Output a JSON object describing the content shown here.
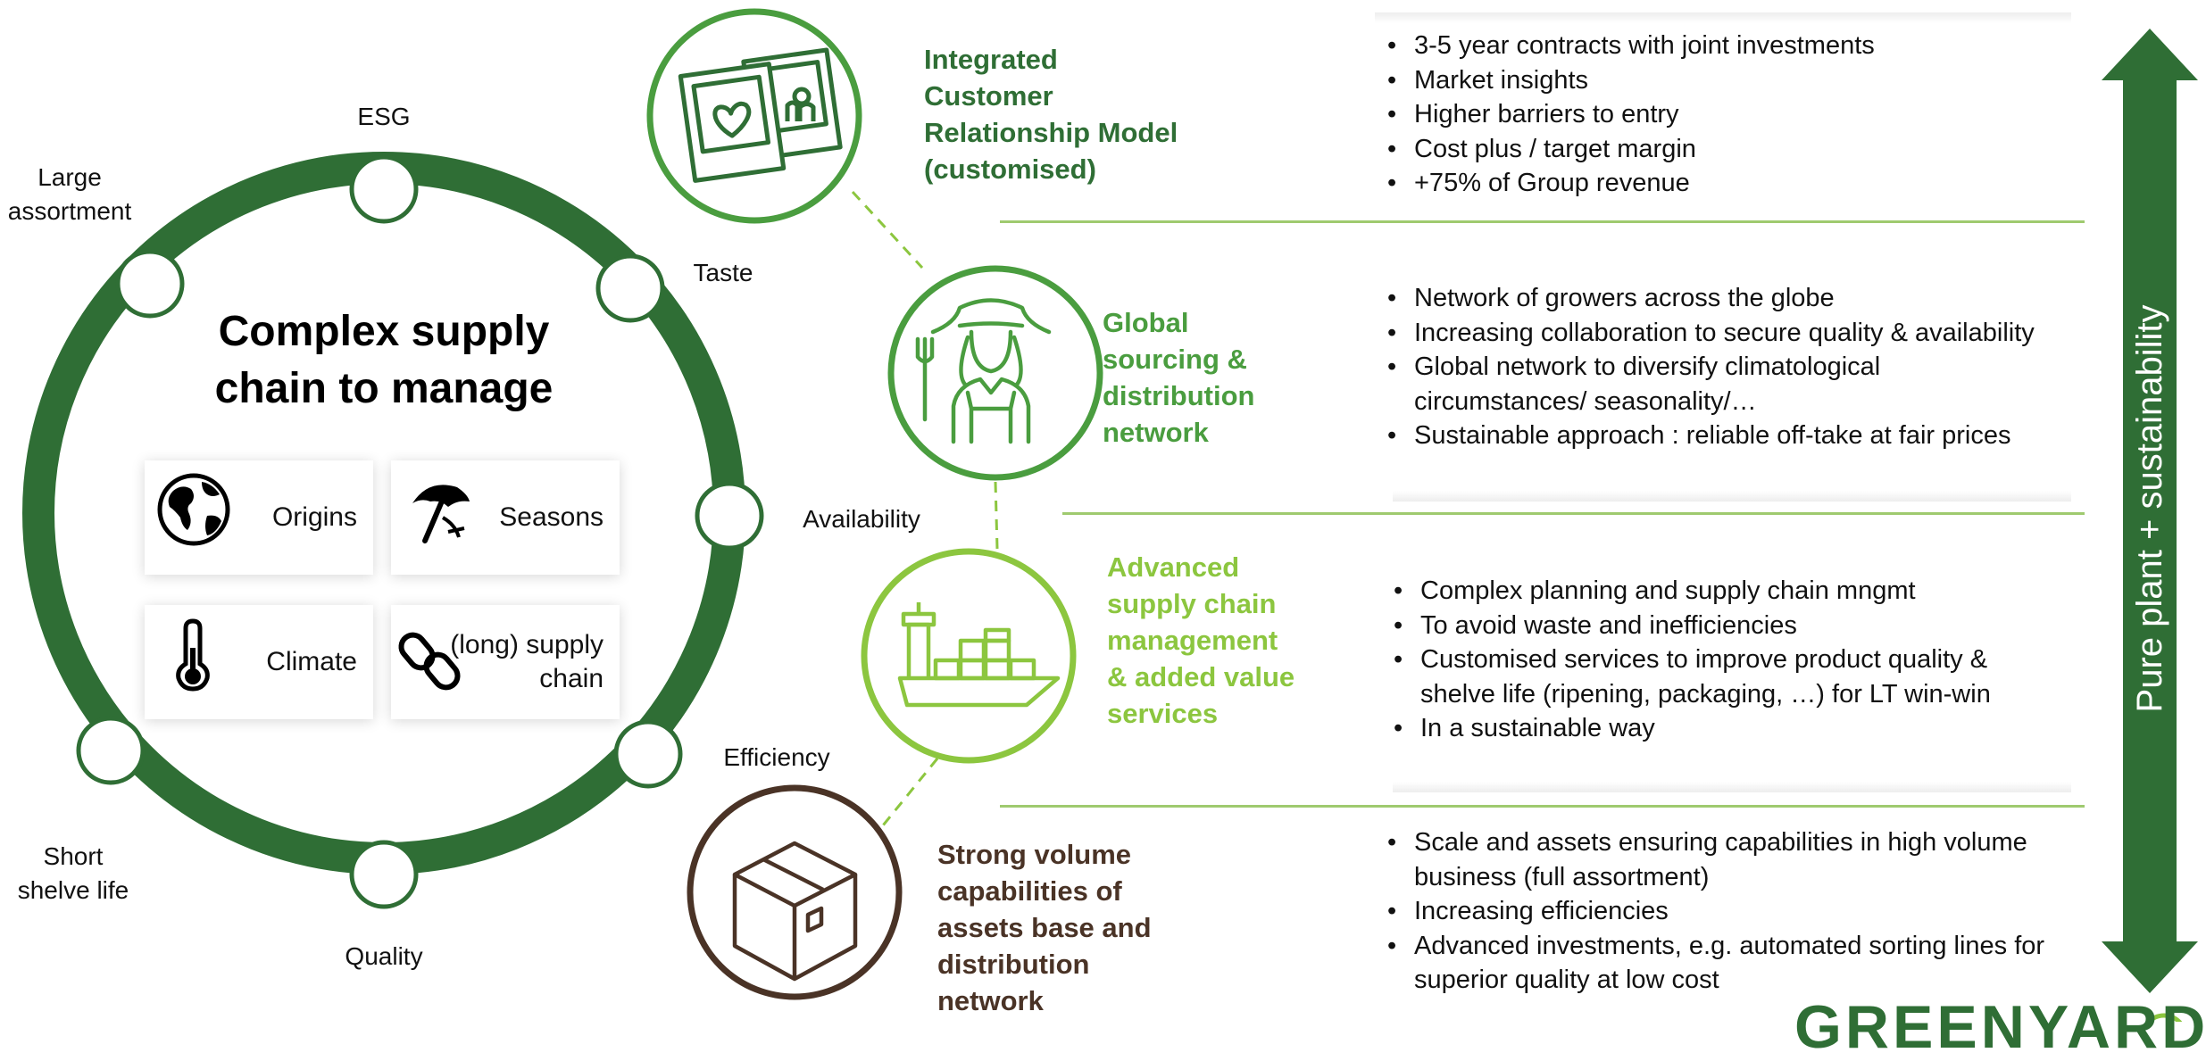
{
  "left_panel": {
    "title_line1": "Complex supply",
    "title_line2": "chain to manage",
    "nodes": {
      "esg": "ESG",
      "large_assortment_1": "Large",
      "large_assortment_2": "assortment",
      "taste": "Taste",
      "availability": "Availability",
      "efficiency": "Efficiency",
      "quality": "Quality",
      "short_shelve_life_1": "Short",
      "short_shelve_life_2": "shelve life"
    },
    "cards": {
      "origins": "Origins",
      "seasons": "Seasons",
      "climate": "Climate",
      "supply_chain_1": "(long) supply",
      "supply_chain_2": "chain"
    }
  },
  "tiers": {
    "t1": {
      "heading": [
        "Integrated",
        "Customer",
        "Relationship Model",
        "(customised)"
      ],
      "bullets": [
        "3-5 year contracts with joint investments",
        "Market insights",
        "Higher barriers to entry",
        "Cost plus / target margin",
        "+75% of Group revenue"
      ]
    },
    "t2": {
      "heading": [
        "Global",
        "sourcing &",
        "distribution",
        "network"
      ],
      "bullets": [
        "Network of growers across the globe",
        "Increasing collaboration to secure quality & availability",
        "Global network to diversify climatological",
        "circumstances/ seasonality/…",
        "Sustainable approach : reliable off-take at fair prices"
      ]
    },
    "t3": {
      "heading": [
        "Advanced",
        "supply chain",
        "management",
        "& added value",
        "services"
      ],
      "bullets": [
        "Complex planning and supply chain mngmt",
        "To avoid waste and inefficiencies",
        "Customised services to improve product quality &",
        "shelve life (ripening, packaging, …) for LT win-win",
        "In a sustainable way"
      ]
    },
    "t4": {
      "heading": [
        "Strong volume",
        "capabilities of",
        "assets base and",
        "distribution",
        "network"
      ],
      "bullets": [
        "Scale and assets ensuring capabilities in high volume",
        "business (full assortment)",
        "Increasing efficiencies",
        "Advanced investments, e.g. automated sorting lines for",
        "superior quality at low cost"
      ]
    }
  },
  "arrow_label": "Pure plant + sustainability",
  "logo_text": "GREENYARD",
  "colors": {
    "dark_green": "#2f6e35",
    "mid_green": "#4a9d3f",
    "light_green": "#8cc63f",
    "brown": "#4a3326",
    "divider": "#9fca6f"
  },
  "icons": [
    "globe-icon",
    "umbrella-icon",
    "thermometer-icon",
    "chain-icon",
    "photos-icon",
    "farmer-icon",
    "ship-icon",
    "box-icon"
  ]
}
